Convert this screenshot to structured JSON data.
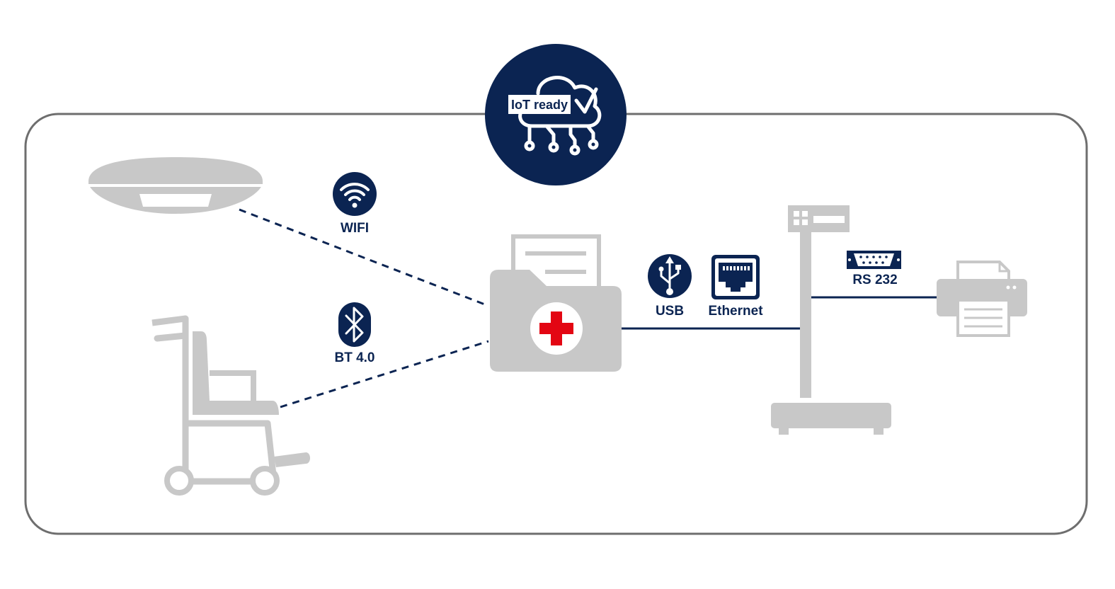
{
  "badge": {
    "label": "IoT ready"
  },
  "connections": {
    "wifi": "WIFI",
    "bluetooth": "BT 4.0",
    "usb": "USB",
    "ethernet": "Ethernet",
    "serial": "RS 232"
  },
  "devices": [
    "ceiling-access-point-icon",
    "wheelchair-icon",
    "medical-records-folder-icon",
    "column-scale-icon",
    "printer-icon"
  ],
  "colors": {
    "navy": "#0b2452",
    "device_gray": "#c8c8c8",
    "frame_gray": "#6e6e6e",
    "cross_red": "#e30613",
    "white": "#ffffff"
  }
}
